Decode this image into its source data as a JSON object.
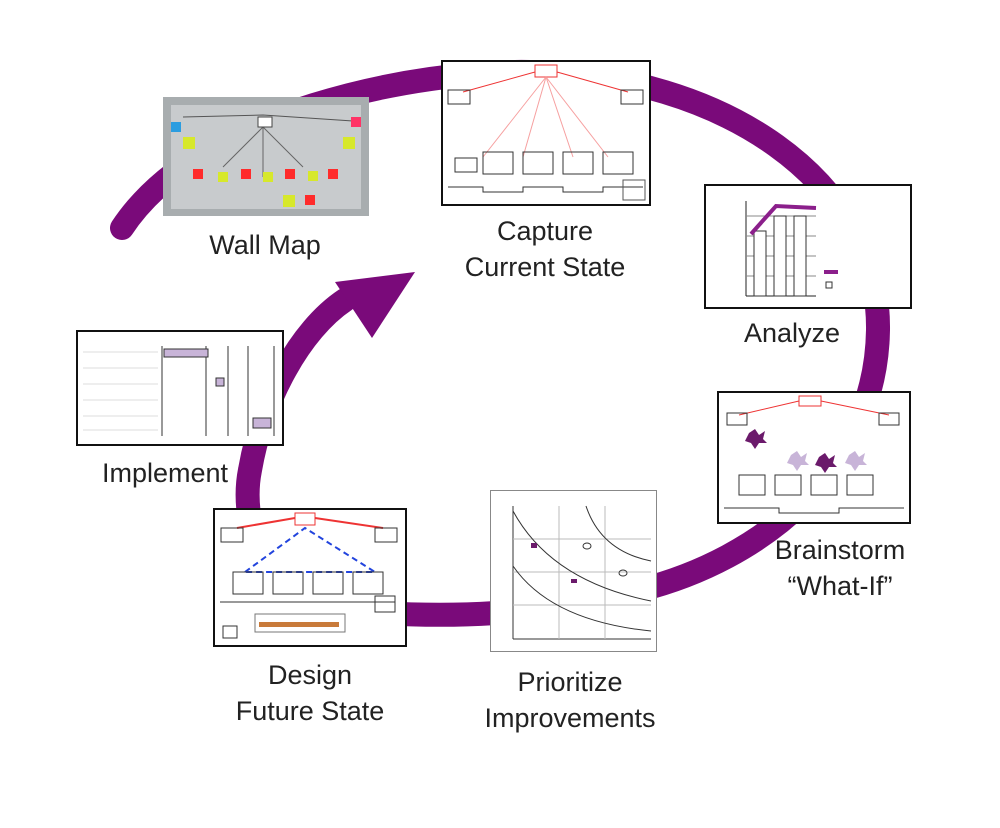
{
  "steps": {
    "wall_map": {
      "line1": "Wall Map"
    },
    "capture": {
      "line1": "Capture",
      "line2": "Current State"
    },
    "analyze": {
      "line1": "Analyze"
    },
    "brainstorm": {
      "line1": "Brainstorm",
      "line2": "“What-If”"
    },
    "prioritize": {
      "line1": "Prioritize",
      "line2": "Improvements"
    },
    "design": {
      "line1": "Design",
      "line2": "Future State"
    },
    "implement": {
      "line1": "Implement"
    }
  },
  "colors": {
    "cycle": "#7a0a7a",
    "accent": "#8b1f8b",
    "panel_border": "#111111",
    "label_text": "#222222"
  }
}
